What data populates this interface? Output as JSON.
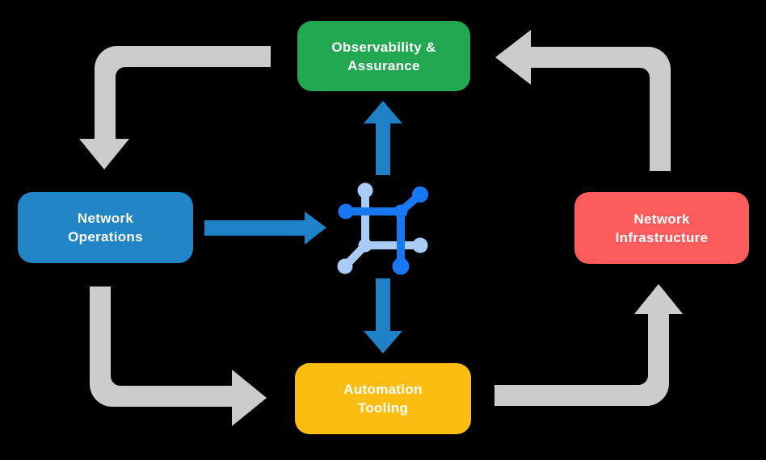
{
  "diagram": {
    "type": "cycle-flow-diagram",
    "background": "#000000",
    "nodes": {
      "observability": {
        "line1": "Observability &",
        "line2": "Assurance",
        "color": "#22A851",
        "text_color": "#FFFFFF"
      },
      "operations": {
        "line1": "Network",
        "line2": "Operations",
        "color": "#2185C6",
        "text_color": "#FFFFFF"
      },
      "infrastructure": {
        "line1": "Network",
        "line2": "Infrastructure",
        "color": "#FD5C5C",
        "text_color": "#FFFFFF"
      },
      "automation": {
        "line1": "Automation",
        "line2": "Tooling",
        "color": "#FCBD11",
        "text_color": "#FFFFFF"
      }
    },
    "center_icon": {
      "name": "network-automation-icon",
      "dark_blue": "#1877F2",
      "light_blue": "#A9CBF8"
    },
    "colors": {
      "arrow_gray": "#CCCCCC",
      "arrow_blue": "#1F82C8"
    },
    "flows": [
      {
        "from": "Observability & Assurance",
        "to": "Network Operations",
        "style": "gray-elbow",
        "direction": "left-then-down"
      },
      {
        "from": "Network Operations",
        "to": "Automation Tooling",
        "style": "gray-elbow",
        "direction": "down-then-right"
      },
      {
        "from": "Automation Tooling",
        "to": "Network Infrastructure",
        "style": "gray-elbow",
        "direction": "right-then-up"
      },
      {
        "from": "Network Infrastructure",
        "to": "Observability & Assurance",
        "style": "gray-elbow",
        "direction": "up-then-left"
      },
      {
        "from": "Network Operations",
        "to": "center-icon",
        "style": "blue-straight",
        "direction": "right"
      },
      {
        "from": "center-icon",
        "to": "Observability & Assurance",
        "style": "blue-straight",
        "direction": "up"
      },
      {
        "from": "center-icon",
        "to": "Automation Tooling",
        "style": "blue-straight",
        "direction": "down"
      }
    ]
  }
}
